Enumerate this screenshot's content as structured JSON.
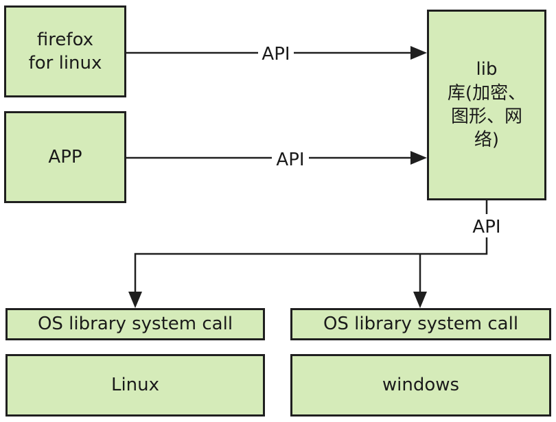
{
  "nodes": {
    "firefox": {
      "line1": "firefox",
      "line2": "for linux"
    },
    "app": {
      "label": "APP"
    },
    "lib": {
      "line1": "lib",
      "line2": "库(加密、",
      "line3": "图形、网",
      "line4": "络)"
    },
    "os_lib_left": {
      "label": "OS library system call"
    },
    "os_lib_right": {
      "label": "OS library system call"
    },
    "linux": {
      "label": "Linux"
    },
    "windows": {
      "label": "windows"
    }
  },
  "edges": {
    "firefox_to_lib": "API",
    "app_to_lib": "API",
    "lib_to_os": "API"
  },
  "colors": {
    "box_fill": "#d5ebb9",
    "box_stroke": "#1f1f1f",
    "line": "#1f1f1f"
  }
}
